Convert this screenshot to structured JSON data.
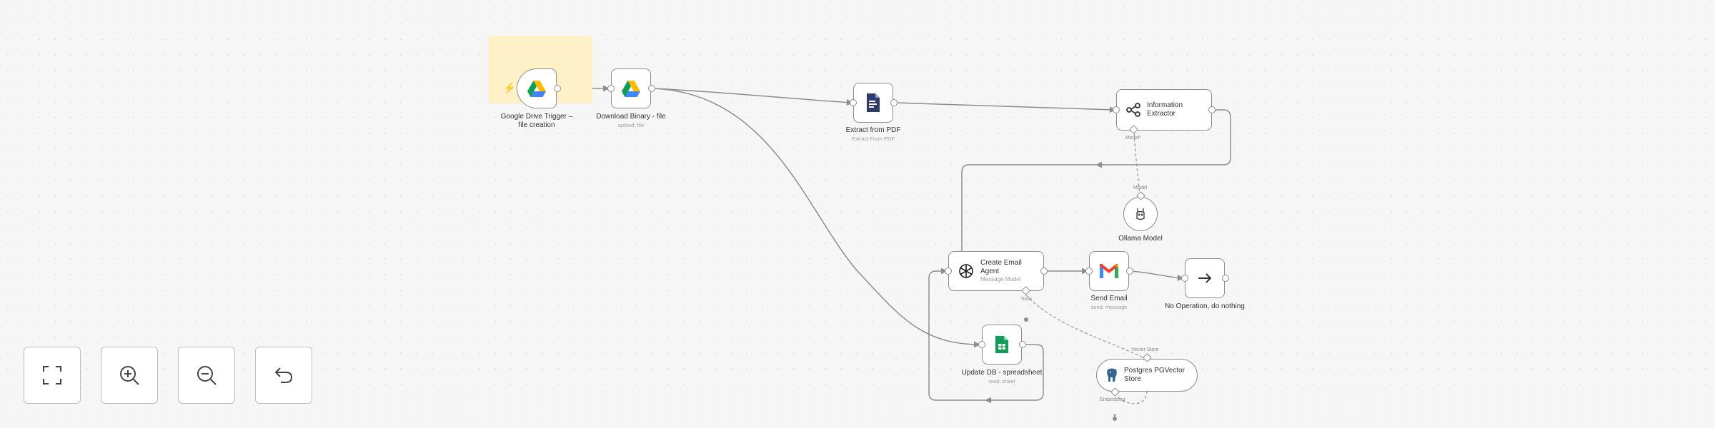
{
  "nodes": {
    "drive_trigger": {
      "title": "Google Drive Trigger – file creation"
    },
    "download": {
      "title": "Download Binary - file",
      "subtitle": "upload: file"
    },
    "extract_pdf": {
      "title": "Extract from PDF",
      "subtitle": "Extract From PDF"
    },
    "info_extractor": {
      "title": "Information Extractor",
      "port_model": "Model*"
    },
    "ollama": {
      "title": "Ollama Model",
      "port_model": "Model"
    },
    "create_email": {
      "title": "Create Email Agent",
      "subtitle": "Message Model",
      "port_tools": "Tools"
    },
    "send_email": {
      "title": "Send Email",
      "subtitle": "send: message"
    },
    "noop": {
      "title": "No Operation, do nothing"
    },
    "update_db": {
      "title": "Update DB - spreadsheet",
      "subtitle": "read: sheet"
    },
    "pgvector": {
      "title": "Postgres PGVector Store",
      "port_top": "Vector Store",
      "port_bottom": "Embedding"
    }
  },
  "controls": {
    "fit": "fit-view-icon",
    "zoom_in": "zoom-in-icon",
    "zoom_out": "zoom-out-icon",
    "reset": "undo-icon"
  },
  "colors": {
    "trigger_highlight": "#fff1c7",
    "trigger_bolt": "#ff6d5a",
    "sheets_green": "#0f9d58",
    "pdf_navy": "#2d3a6b",
    "gmail_red": "#ea4335",
    "pgvector_blue": "#336791"
  }
}
